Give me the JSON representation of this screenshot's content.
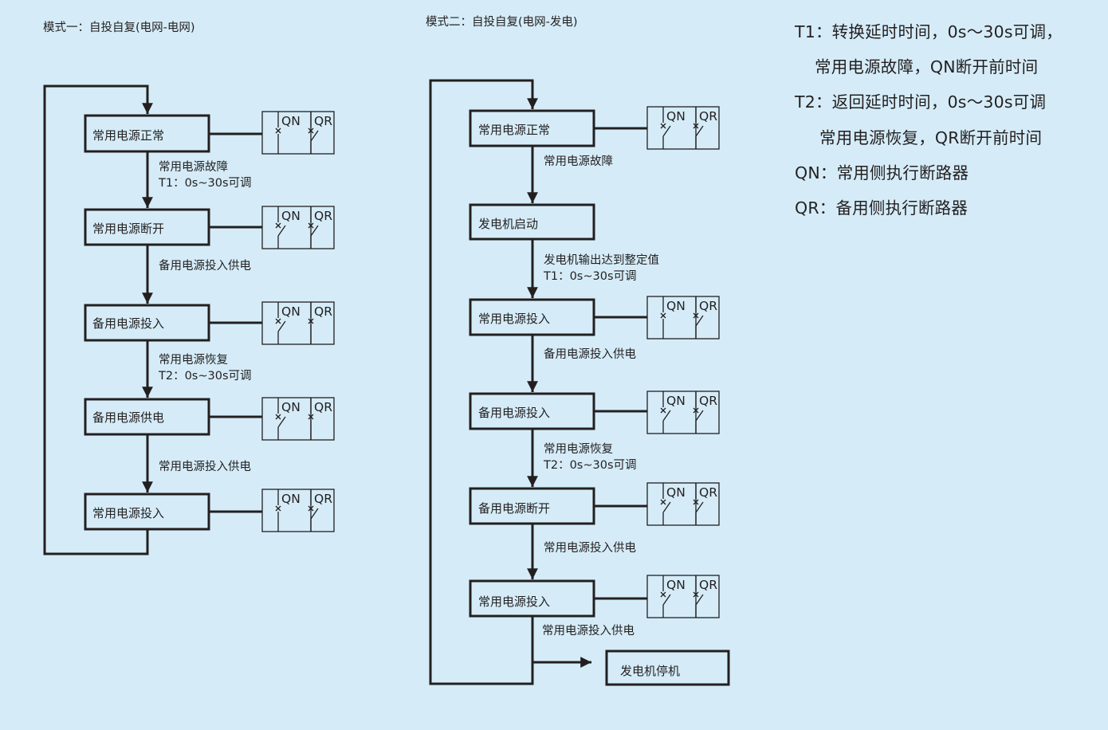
{
  "mode1": {
    "title": "模式一：自投自复(电网-电网)",
    "states": [
      "常用电源正常",
      "常用电源断开",
      "备用电源投入",
      "备用电源供电",
      "常用电源投入"
    ],
    "transitions": [
      [
        "常用电源故障",
        "T1：0s~30s可调"
      ],
      [
        "备用电源投入供电"
      ],
      [
        "常用电源恢复",
        "T2：0s~30s可调"
      ],
      [
        "常用电源投入供电"
      ]
    ]
  },
  "mode2": {
    "title": "模式二：自投自复(电网-发电)",
    "states": [
      "常用电源正常",
      "发电机启动",
      "常用电源投入",
      "备用电源投入",
      "备用电源断开",
      "常用电源投入"
    ],
    "transitions": [
      [
        "常用电源故障"
      ],
      [
        "发电机输出达到整定值",
        "T1：0s~30s可调"
      ],
      [
        "备用电源投入供电"
      ],
      [
        "常用电源恢复",
        "T2：0s~30s可调"
      ],
      [
        "常用电源投入供电"
      ]
    ],
    "final_transition": "常用电源投入供电",
    "final_state": "发电机停机"
  },
  "switch_labels": {
    "qn": "QN",
    "qr": "QR"
  },
  "legend": {
    "line1": "T1：转换延时时间，0s～30s可调，",
    "line2": "常用电源故障，QN断开前时间",
    "line3": "T2：返回延时时间，0s～30s可调",
    "line4": "常用电源恢复，QR断开前时间",
    "line5": "QN：常用侧执行断路器",
    "line6": "QR：备用侧执行断路器"
  },
  "colors": {
    "background": "#d5ecf8",
    "stroke": "#231f20"
  }
}
